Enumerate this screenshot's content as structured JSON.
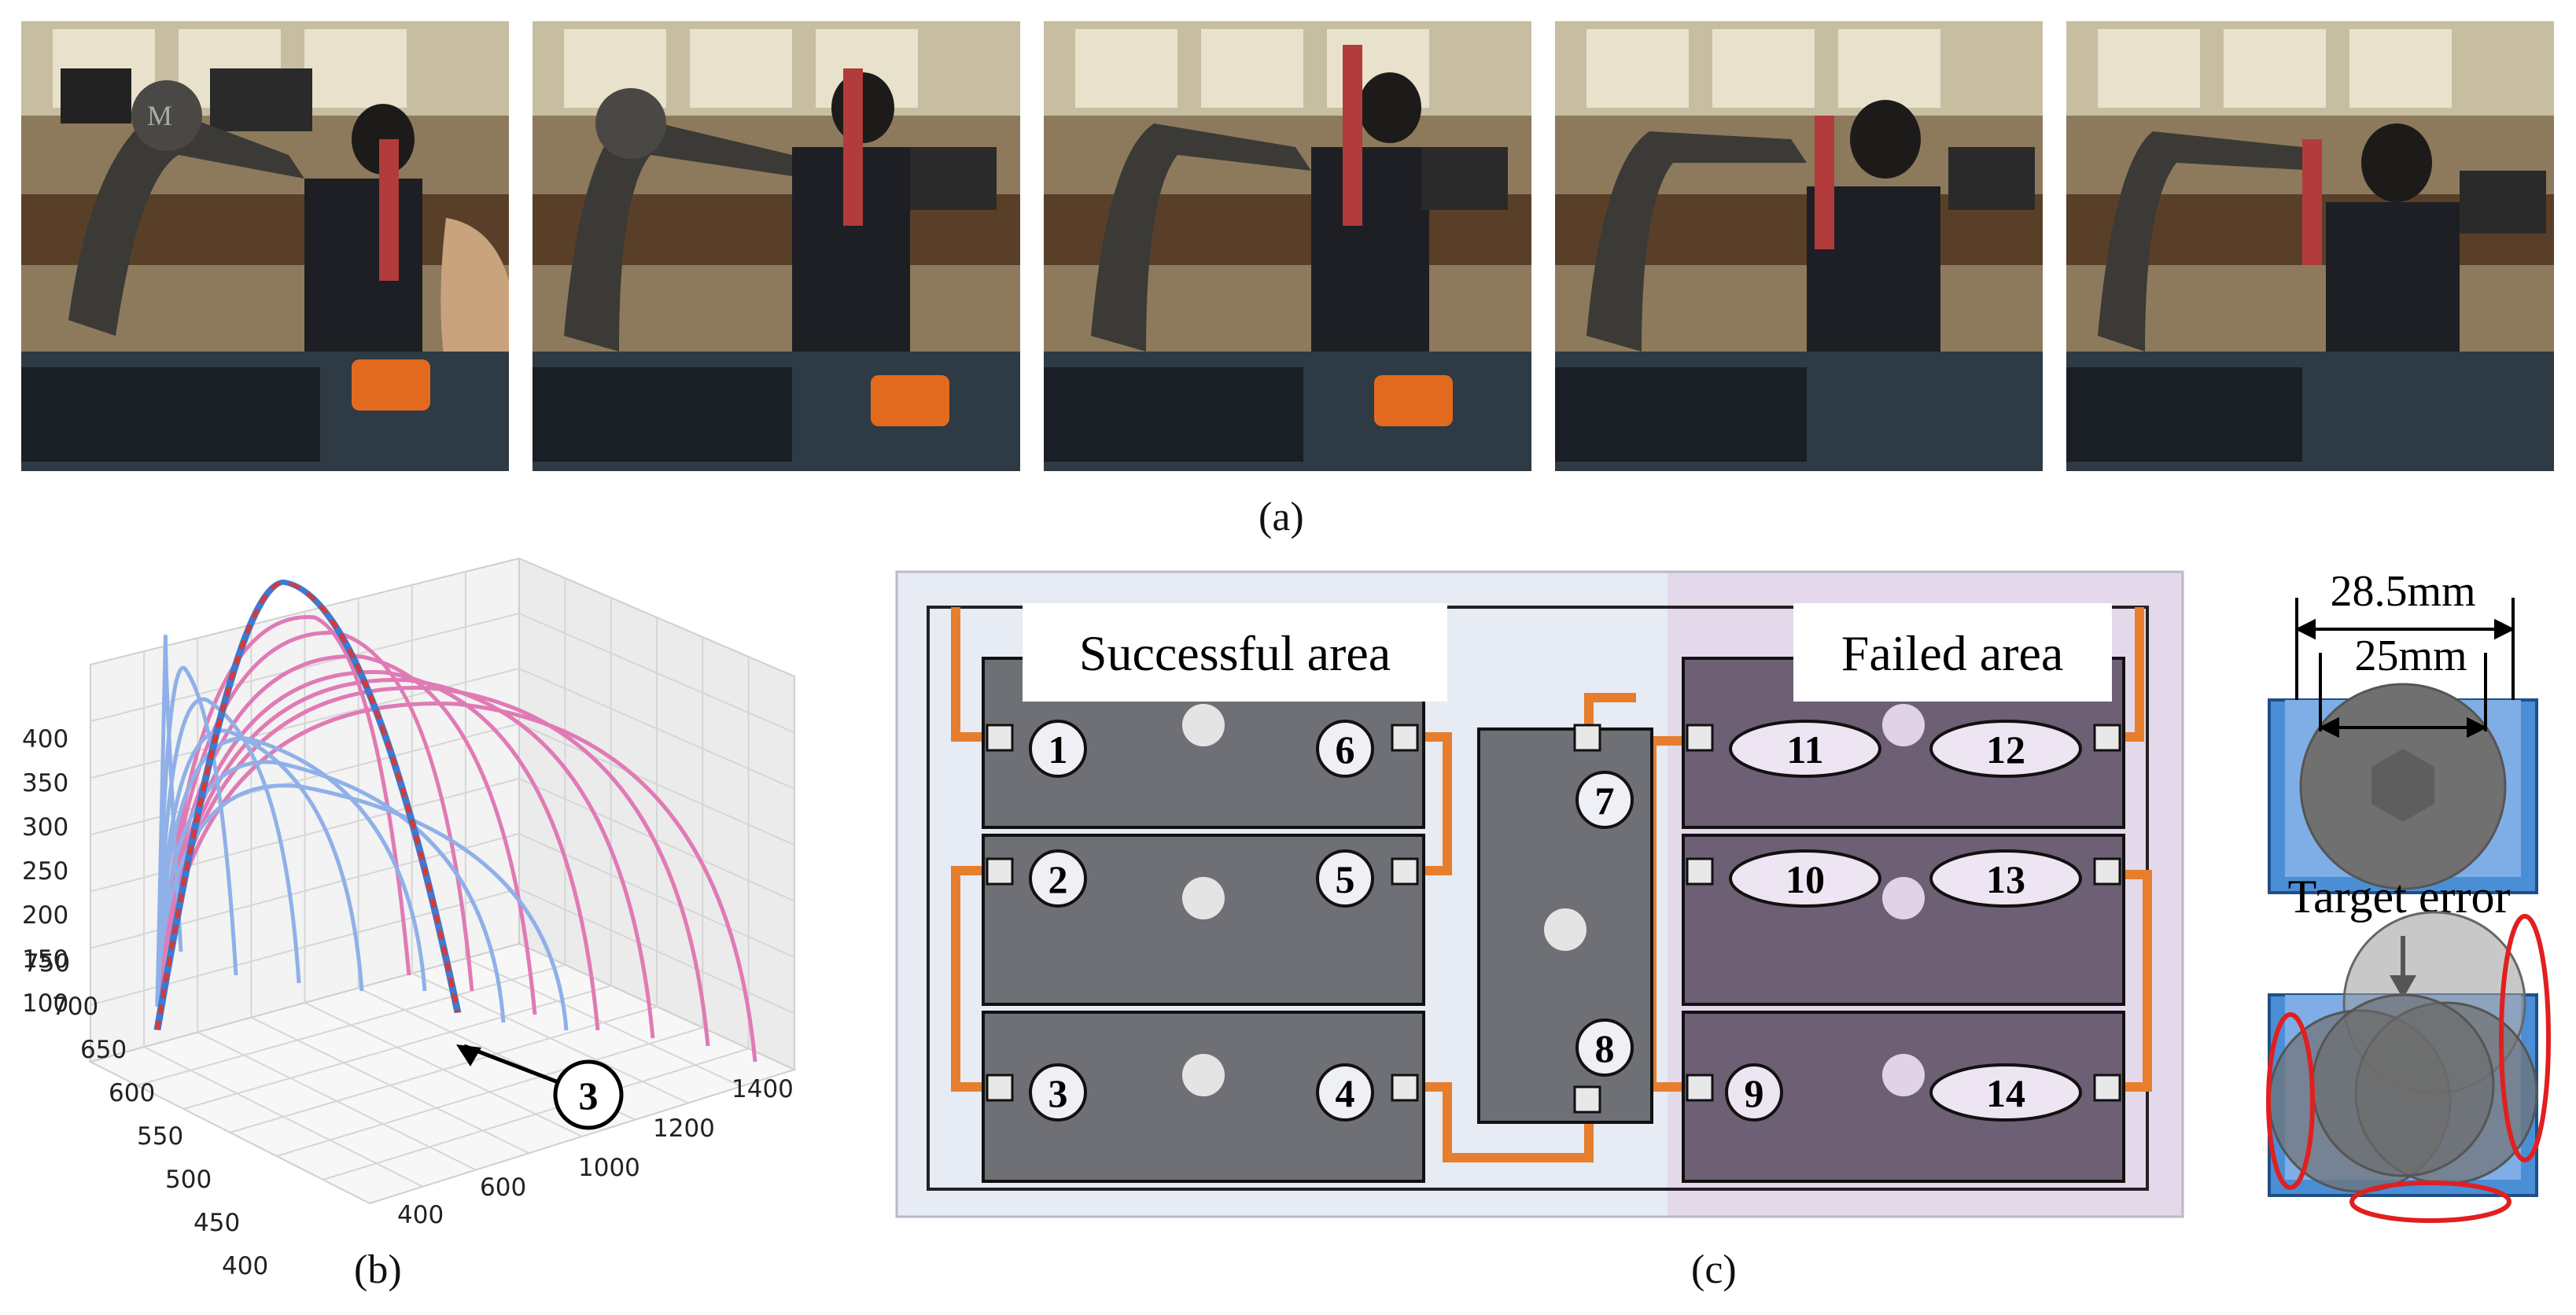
{
  "captions": {
    "a": "(a)",
    "b": "(b)",
    "c": "(c)"
  },
  "photos": {
    "count": 5,
    "logo_text": "M"
  },
  "plot3d": {
    "z_ticks": [
      "400",
      "350",
      "300",
      "250",
      "200",
      "150",
      "100"
    ],
    "y_ticks": [
      "750",
      "700",
      "650",
      "600",
      "550",
      "500",
      "450",
      "400"
    ],
    "x_ticks": [
      "400",
      "600",
      "1000",
      "1200",
      "1400"
    ],
    "marker_label": "3",
    "colors": {
      "success": "#8fb0e8",
      "fail": "#e07ab4",
      "highlight_red": "#d33b3b",
      "highlight_blue": "#3a7bd5"
    }
  },
  "board": {
    "success_label": "Successful area",
    "failed_label": "Failed area",
    "holes": [
      "1",
      "2",
      "3",
      "4",
      "5",
      "6",
      "7",
      "8",
      "9",
      "10",
      "11",
      "12",
      "13",
      "14"
    ],
    "colors": {
      "success_bg": "#e6ebf4",
      "failed_bg": "#e4d9ea",
      "module": "#6e7075",
      "module_failed": "#6d5f74",
      "wire": "#e67e2e"
    }
  },
  "screw": {
    "outer_label": "28.5mm",
    "inner_label": "25mm",
    "error_label": "Target error",
    "colors": {
      "box": "#4a8fd6",
      "box_fill": "#7faee6",
      "circle": "#707070",
      "error_ring": "#e02020"
    }
  }
}
